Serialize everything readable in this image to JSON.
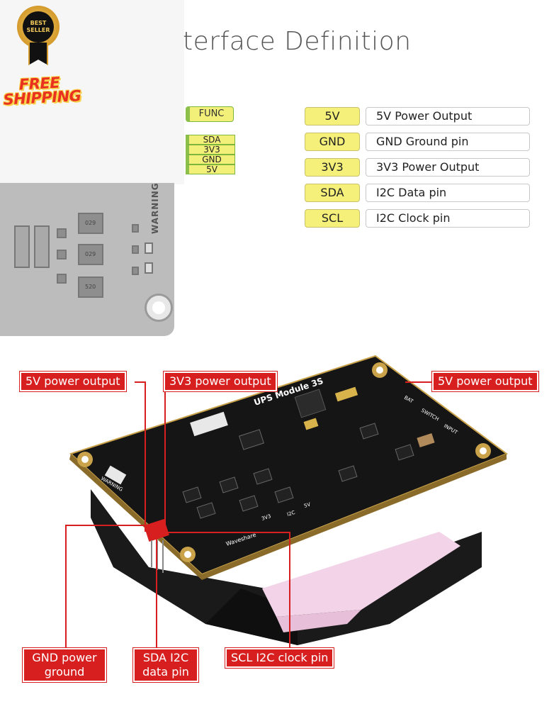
{
  "title": "Interface Definition",
  "title_visible": "terface Definition",
  "badges": {
    "best_seller_line1": "BEST",
    "best_seller_line2": "SELLER",
    "free_shipping_line1": "FREE",
    "free_shipping_line2": "SHIPPING"
  },
  "left_pins": {
    "func": "FUNC",
    "header": [
      "SDA",
      "3V3",
      "GND",
      "5V"
    ]
  },
  "board_top": {
    "warning": "WARNING",
    "chip_labels": [
      "029",
      "029",
      "520"
    ]
  },
  "definitions": [
    {
      "key": "5V",
      "value": "5V Power Output"
    },
    {
      "key": "GND",
      "value": "GND Ground pin"
    },
    {
      "key": "3V3",
      "value": "3V3 Power Output"
    },
    {
      "key": "SDA",
      "value": "I2C Data pin"
    },
    {
      "key": "SCL",
      "value": "I2C Clock pin"
    }
  ],
  "photo": {
    "module_title": "UPS Module 3S",
    "brand": "Waveshare",
    "warning": "WARNING",
    "labels": {
      "switch": "SWITCH",
      "input": "INPUT",
      "bat": "BAT",
      "3v3": "3V3",
      "5v": "5V",
      "i2c": "I2C"
    }
  },
  "callouts": {
    "top_left": "5V power output",
    "top_mid": "3V3 power output",
    "top_right": "5V power output",
    "gnd_line1": "GND power",
    "gnd_line2": "ground",
    "sda_line1": "SDA I2C",
    "sda_line2": "data pin",
    "scl": "SCL I2C clock pin"
  },
  "colors": {
    "label_yellow": "#f4f07a",
    "label_green": "#8dc04a",
    "callout_red": "#d81f1f",
    "pcb_black": "#151515",
    "battery_pink": "#f2d3e8"
  }
}
